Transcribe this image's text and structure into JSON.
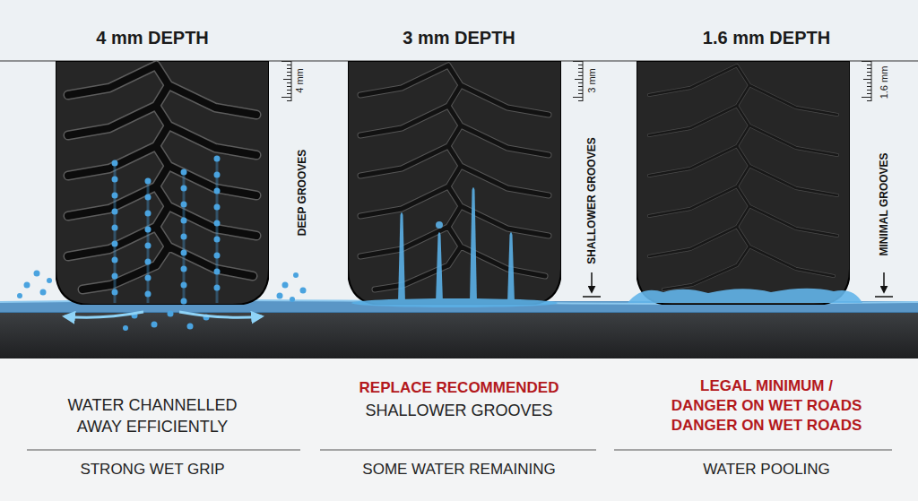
{
  "diagram": {
    "labels": [
      "4 mm DEPTH",
      "3 mm DEPTH",
      "1.6 mm DEPTH",
      "4 mm",
      "DEEP GROOVES",
      "3 mm",
      "SHALLOWER GROOVES",
      "1.6 mm",
      "MINIMAL GROOVES",
      "WATER CHANNELLED AWAY EFFICIENTLY",
      "STRONG WET GRIP",
      "REPLACE RECOMMENDED",
      "SHALLOWER GROOVES",
      "SOME WATER REMAINING",
      "LEGAL MINIMUM / DANGER ON WET ROADS DANGER ON WET ROADS",
      "WATER POOLING"
    ]
  }
}
